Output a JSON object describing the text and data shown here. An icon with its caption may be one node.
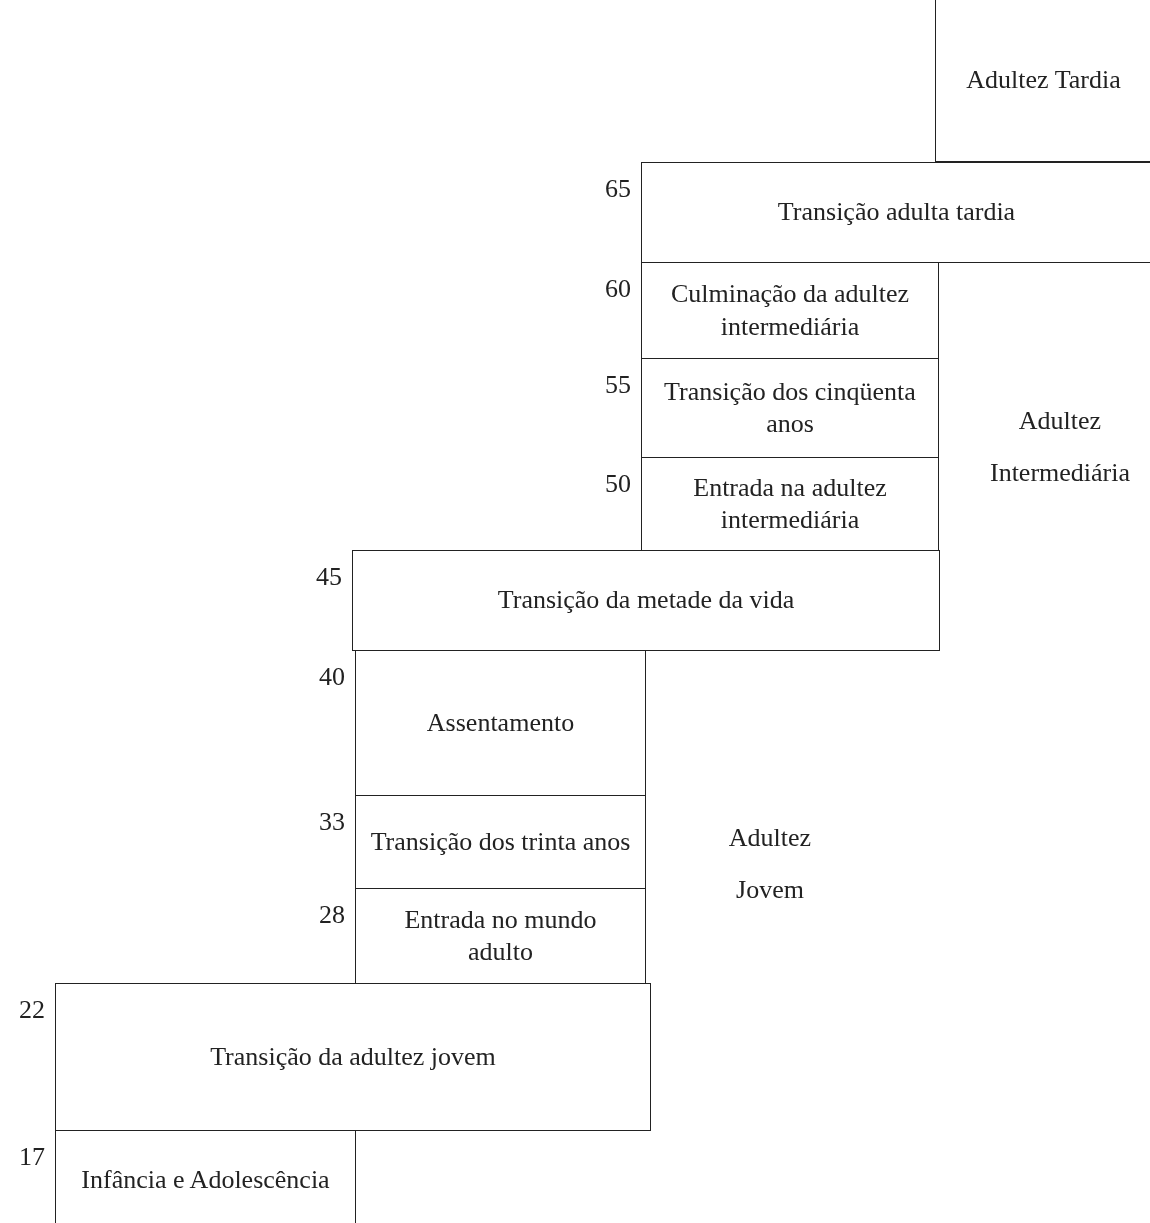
{
  "diagram": {
    "nodes": [
      {
        "text": [
          "Adultez Tardia"
        ]
      },
      {
        "text": [
          "Transição adulta tardia"
        ],
        "beside": [
          "65"
        ]
      },
      {
        "text": [
          "Culminação da adultez intermediária"
        ],
        "beside": [
          "60"
        ]
      },
      {
        "text": [
          "Transição dos cinqüenta anos"
        ],
        "beside": [
          "55"
        ]
      },
      {
        "text": [
          "Entrada na adultez intermediária"
        ],
        "beside": [
          "50"
        ]
      },
      {
        "text": [
          "Transição da metade da vida"
        ],
        "beside": [
          "45"
        ]
      },
      {
        "text": [
          "Assentamento"
        ],
        "beside": [
          "40"
        ]
      },
      {
        "text": [
          "Transição dos trinta anos"
        ],
        "beside": [
          "33"
        ]
      },
      {
        "text": [
          "Entrada no mundo adulto"
        ],
        "beside": [
          "28"
        ]
      },
      {
        "text": [
          "Transição da adultez jovem"
        ],
        "beside": [
          "22"
        ]
      },
      {
        "text": [
          "Infância e Adolescência"
        ],
        "beside": [
          "17"
        ]
      }
    ],
    "labels": [
      "Adultez Intermediária",
      "Adultez Jovem"
    ]
  }
}
